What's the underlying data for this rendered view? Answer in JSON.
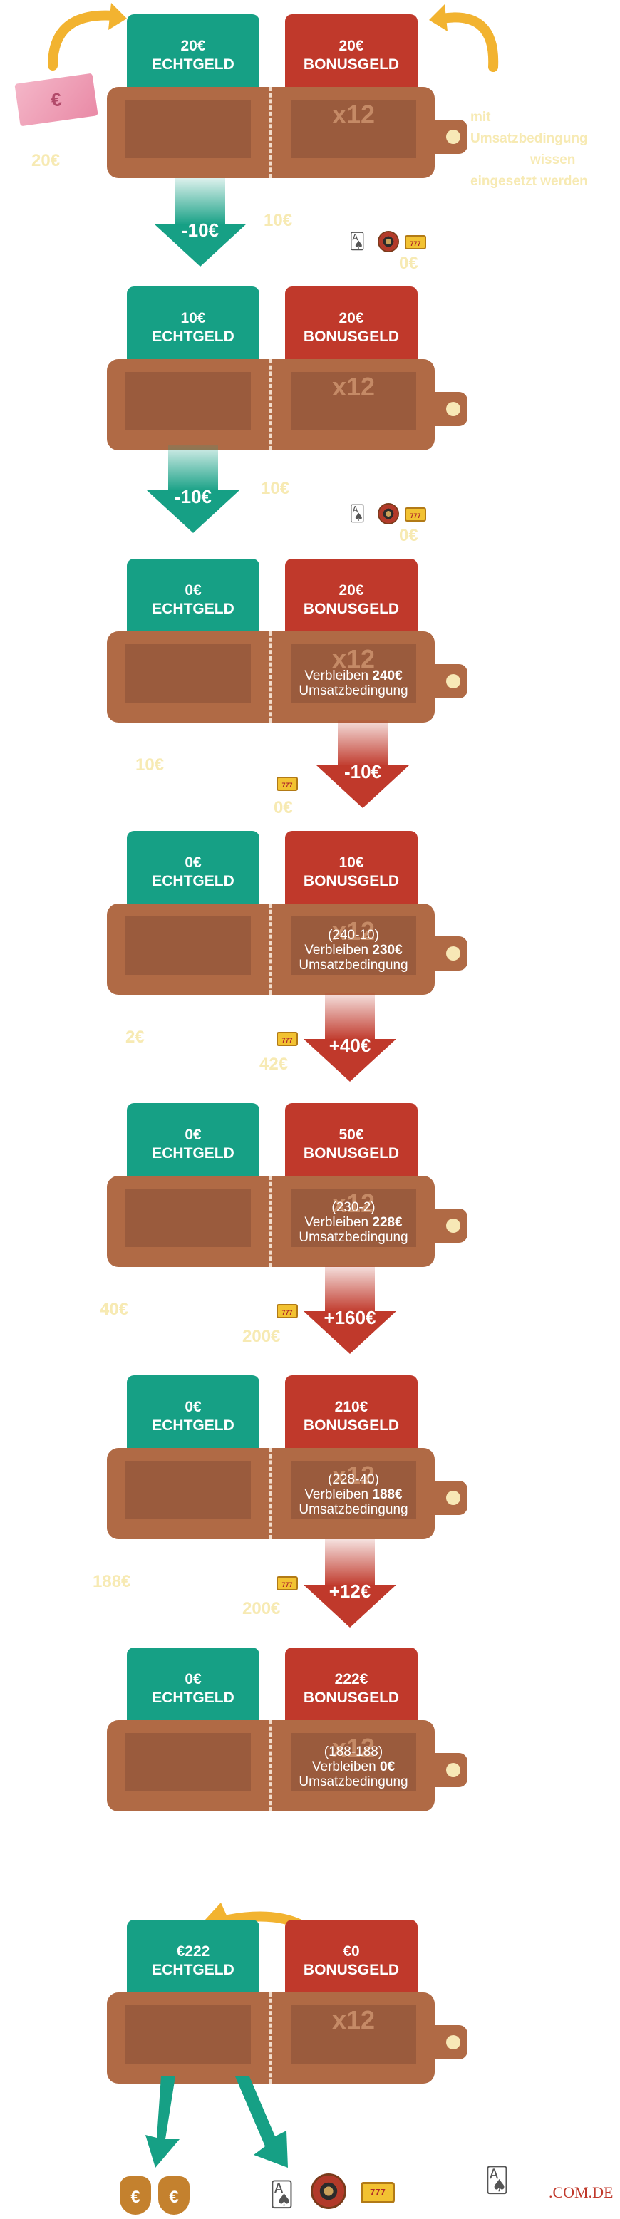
{
  "labels": {
    "echtgeld": "ECHTGELD",
    "bonusgeld": "BONUSGELD",
    "multiplier": "x12",
    "verbleiben": "Verbleiben",
    "umsatz": "Umsatzbedingung"
  },
  "intro_note": [
    "mit",
    "Umsatzbedingung",
    "wissen",
    "eingesetzt werden"
  ],
  "intro_deposit": "20€",
  "stages": [
    {
      "real": "20€",
      "bonus": "20€",
      "calc": "",
      "remaining": "",
      "arrow": "-10€",
      "arrow_color": "green",
      "faint_a": "10€",
      "faint_b": "0€"
    },
    {
      "real": "10€",
      "bonus": "20€",
      "calc": "",
      "remaining": "",
      "arrow": "-10€",
      "arrow_color": "green",
      "faint_a": "10€",
      "faint_b": "0€"
    },
    {
      "real": "0€",
      "bonus": "20€",
      "calc": "",
      "remaining": "240€",
      "arrow": "-10€",
      "arrow_color": "red",
      "faint_a": "10€",
      "faint_b": "0€"
    },
    {
      "real": "0€",
      "bonus": "10€",
      "calc": "(240-10)",
      "remaining": "230€",
      "arrow": "+40€",
      "arrow_color": "red",
      "faint_a": "2€",
      "faint_b": "42€"
    },
    {
      "real": "0€",
      "bonus": "50€",
      "calc": "(230-2)",
      "remaining": "228€",
      "arrow": "+160€",
      "arrow_color": "red",
      "faint_a": "40€",
      "faint_b": "200€"
    },
    {
      "real": "0€",
      "bonus": "210€",
      "calc": "(228-40)",
      "remaining": "188€",
      "arrow": "+12€",
      "arrow_color": "red",
      "faint_a": "188€",
      "faint_b": "200€"
    },
    {
      "real": "0€",
      "bonus": "222€",
      "calc": "(188-188)",
      "remaining": "0€",
      "arrow": "",
      "arrow_color": "",
      "faint_a": "",
      "faint_b": ""
    },
    {
      "real": "€222",
      "bonus": "€0",
      "calc": "",
      "remaining": "",
      "arrow": "",
      "arrow_color": "",
      "faint_a": "",
      "faint_b": ""
    }
  ],
  "footer": {
    "brand_suffix": ".COM.DE",
    "bag_symbol": "€",
    "slot_symbol": "777"
  },
  "colors": {
    "green": "#16a085",
    "red": "#c0392b",
    "wallet": "#b06a45",
    "accent_yellow": "#f2b330"
  }
}
